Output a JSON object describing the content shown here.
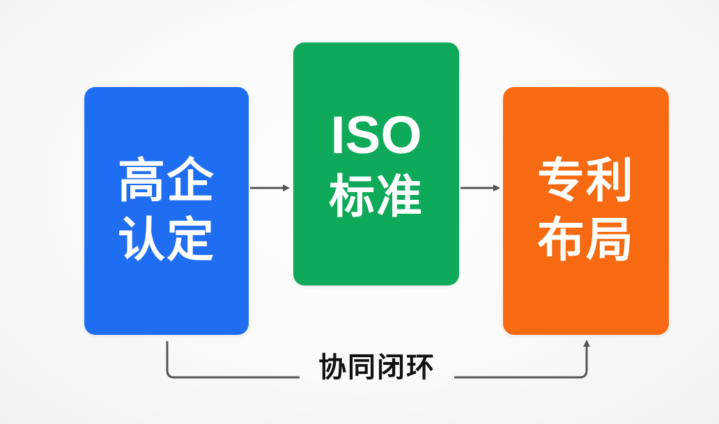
{
  "colors": {
    "blue": "#1f6ef2",
    "green": "#0fa95a",
    "orange": "#f76a12",
    "connector": "#555555",
    "background": "#f7f7f6"
  },
  "nodes": [
    {
      "lines": [
        "高企",
        "认定"
      ],
      "color": "#1f6ef2"
    },
    {
      "lines": [
        "ISO",
        "标准"
      ],
      "color": "#0fa95a"
    },
    {
      "lines": [
        "专利",
        "布局"
      ],
      "color": "#f76a12"
    }
  ],
  "loop": {
    "label": "协同闭环"
  }
}
